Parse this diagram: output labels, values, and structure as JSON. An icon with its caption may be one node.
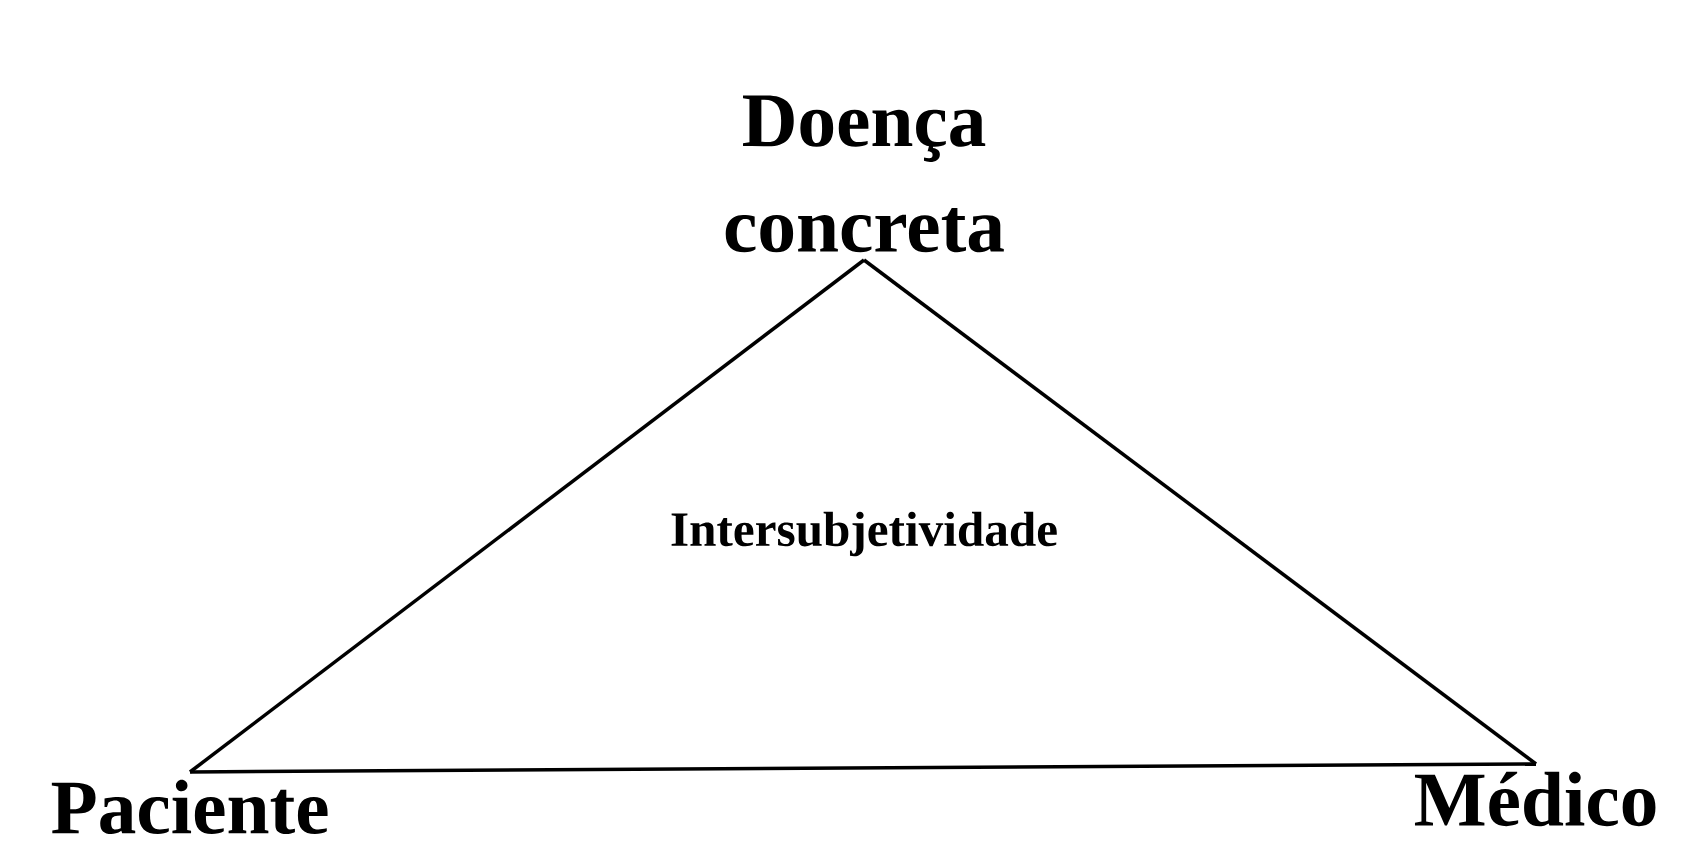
{
  "diagram": {
    "nodes": [
      {
        "text": [
          "Doença concreta"
        ]
      },
      {
        "text": [
          "Paciente"
        ]
      },
      {
        "text": [
          "Médico"
        ]
      }
    ],
    "edges": [
      {
        "from": 0,
        "to": 1,
        "arrow": "none"
      },
      {
        "from": 1,
        "to": 2,
        "arrow": "none"
      },
      {
        "from": 2,
        "to": 0,
        "arrow": "none"
      }
    ],
    "labels": [
      "Intersubjetividade"
    ]
  }
}
